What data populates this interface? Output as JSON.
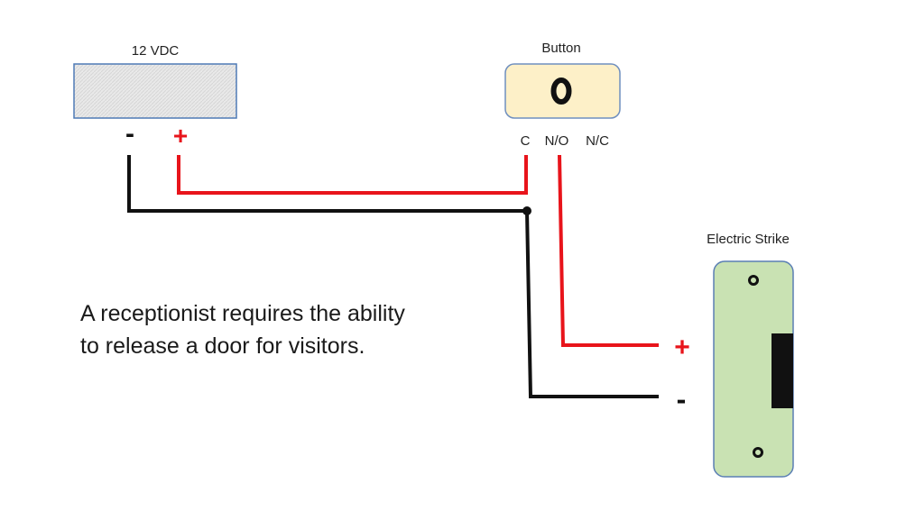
{
  "power_supply": {
    "label": "12 VDC",
    "negative_terminal": "-",
    "positive_terminal": "+"
  },
  "button": {
    "label": "Button",
    "symbol": "O",
    "terminal_c": "C",
    "terminal_no": "N/O",
    "terminal_nc": "N/C"
  },
  "electric_strike": {
    "label": "Electric Strike",
    "positive_terminal": "+",
    "negative_terminal": "-"
  },
  "caption": {
    "line1": "A receptionist requires the ability",
    "line2": "to release a door for visitors."
  },
  "colors": {
    "positive_wire": "#e8141b",
    "negative_wire": "#111111",
    "power_supply_fill": "#e8e8e8",
    "power_supply_border": "#4f7ab5",
    "button_fill": "#fdf0c8",
    "button_border": "#6f8fbf",
    "strike_fill": "#c9e2b3",
    "strike_border": "#5b7fb4"
  }
}
